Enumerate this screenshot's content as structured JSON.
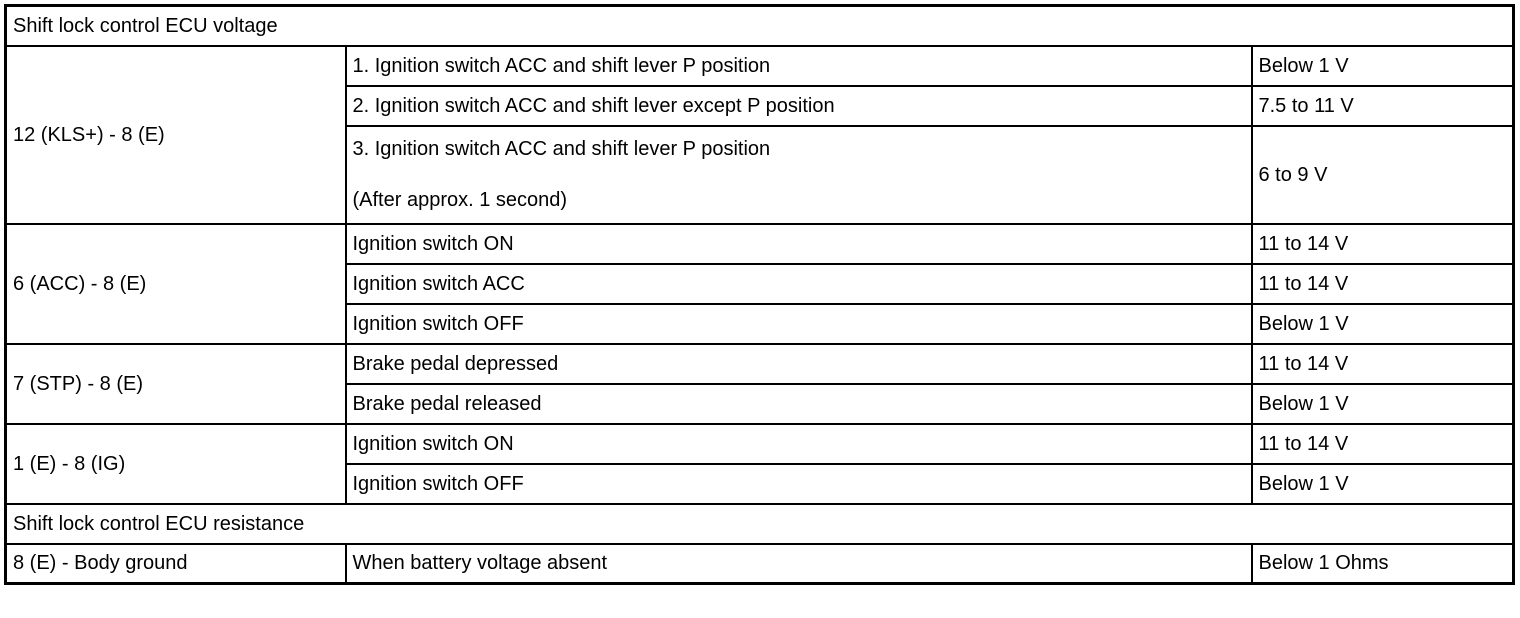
{
  "page": {
    "background_color": "#ffffff",
    "border_color": "#000000",
    "text_color": "#000000"
  },
  "table": {
    "header_voltage": "Shift lock control ECU voltage",
    "header_resistance": "Shift lock control ECU resistance",
    "voltage_groups": [
      {
        "terminals": "12 (KLS+) - 8 (E)",
        "rows": [
          {
            "condition": "1. Ignition switch ACC and shift lever P position",
            "value": "Below 1 V"
          },
          {
            "condition": "2. Ignition switch ACC and shift lever except P position",
            "value": "7.5 to 11 V"
          },
          {
            "condition": "3. Ignition switch ACC and shift lever P position",
            "condition_note": "(After approx. 1 second)",
            "value": "6 to 9 V"
          }
        ]
      },
      {
        "terminals": "6 (ACC) - 8 (E)",
        "rows": [
          {
            "condition": "Ignition switch ON",
            "value": "11 to 14 V"
          },
          {
            "condition": "Ignition switch ACC",
            "value": "11 to 14 V"
          },
          {
            "condition": "Ignition switch OFF",
            "value": "Below 1 V"
          }
        ]
      },
      {
        "terminals": "7 (STP) - 8 (E)",
        "rows": [
          {
            "condition": "Brake pedal depressed",
            "value": "11 to 14 V"
          },
          {
            "condition": "Brake pedal released",
            "value": "Below 1 V"
          }
        ]
      },
      {
        "terminals": "1 (E) - 8 (IG)",
        "rows": [
          {
            "condition": "Ignition switch ON",
            "value": "11 to 14 V"
          },
          {
            "condition": "Ignition switch OFF",
            "value": "Below 1 V"
          }
        ]
      }
    ],
    "resistance_groups": [
      {
        "terminals": "8 (E) - Body ground",
        "rows": [
          {
            "condition": "When battery voltage absent",
            "value": "Below 1 Ohms"
          }
        ]
      }
    ]
  }
}
